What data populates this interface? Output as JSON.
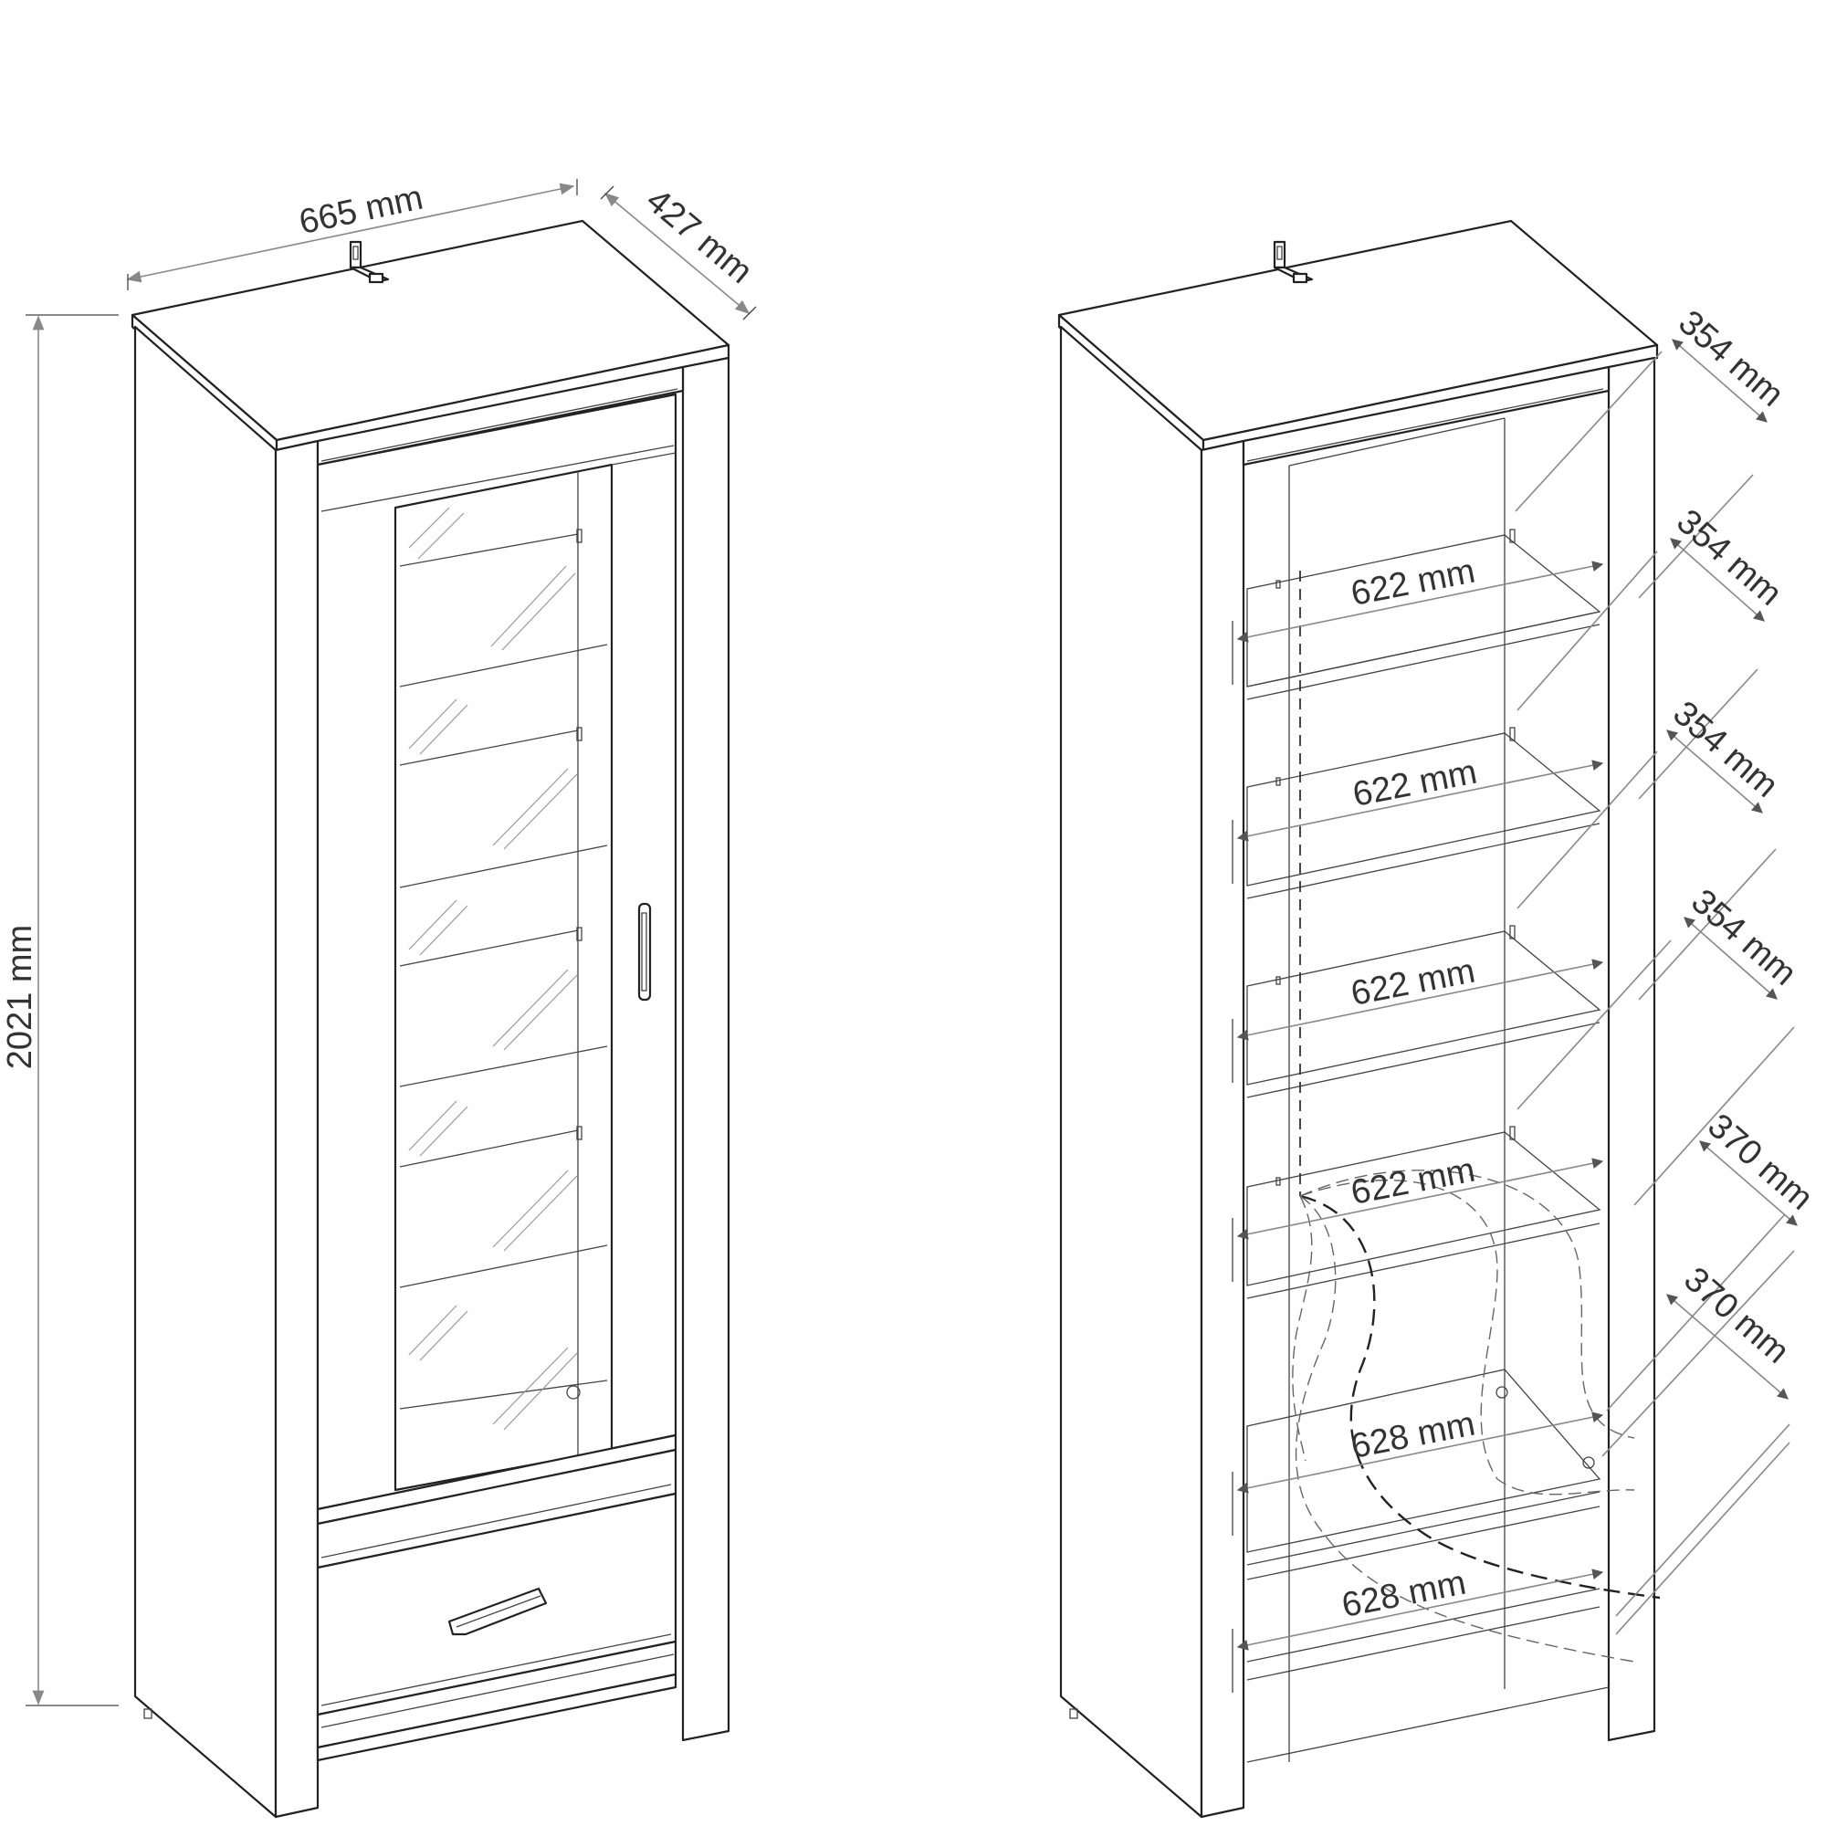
{
  "overall": {
    "width_label": "665 mm",
    "depth_label": "427 mm",
    "height_label": "2021 mm"
  },
  "interior": {
    "shelf_widths": [
      "622 mm",
      "622 mm",
      "622 mm",
      "622 mm",
      "628 mm",
      "628 mm"
    ],
    "shelf_heights": [
      "354 mm",
      "354 mm",
      "354 mm",
      "354 mm",
      "370 mm",
      "370 mm"
    ]
  },
  "colors": {
    "line": "#222222",
    "dimension_line": "#888888",
    "arrow": "#555555",
    "text": "#333333"
  }
}
